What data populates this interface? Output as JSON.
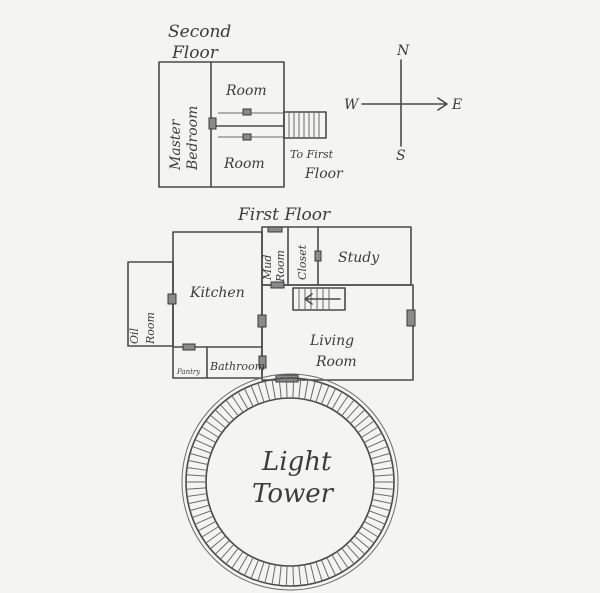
{
  "second_floor": {
    "heading_line1": "Second",
    "heading_line2": "Floor",
    "rooms": {
      "master_bedroom_line1": "Master",
      "master_bedroom_line2": "Bedroom",
      "room_upper": "Room",
      "room_lower": "Room"
    },
    "stairs_note_line1": "To First",
    "stairs_note_line2": "Floor"
  },
  "compass": {
    "north": "N",
    "south": "S",
    "east": "E",
    "west": "W"
  },
  "first_floor": {
    "heading": "First Floor",
    "rooms": {
      "mud_room_line1": "Mud",
      "mud_room_line2": "Room",
      "closet": "Closet",
      "study": "Study",
      "kitchen": "Kitchen",
      "oil_room_line1": "Oil",
      "oil_room_line2": "Room",
      "living_room_line1": "Living",
      "living_room_line2": "Room",
      "pantry": "Pantry",
      "bathroom": "Bathroom"
    }
  },
  "light_tower": {
    "label_line1": "Light",
    "label_line2": "Tower"
  }
}
